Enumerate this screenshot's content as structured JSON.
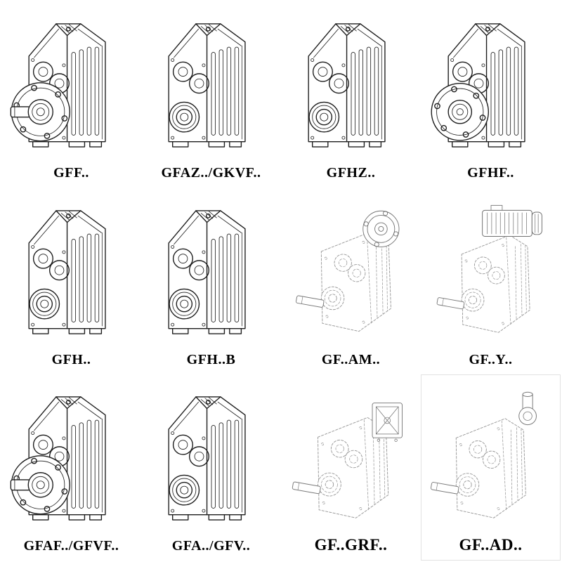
{
  "page": {
    "background": "#ffffff",
    "colors": {
      "solid_line": "#1d1d1d",
      "dashed_line": "#989898",
      "label_text": "#000000"
    }
  },
  "catalog": {
    "items": [
      {
        "label": "GFF..",
        "drawing": "flange-mounted-gearbox-solid-shaft"
      },
      {
        "label": "GFAZ../GKVF..",
        "drawing": "shaft-mounted-gearbox"
      },
      {
        "label": "GFHZ..",
        "drawing": "shaft-mounted-gearbox"
      },
      {
        "label": "GFHF..",
        "drawing": "flange-mounted-hollow-shaft-gearbox"
      },
      {
        "label": "GFH..",
        "drawing": "hollow-shaft-gearbox"
      },
      {
        "label": "GFH..B",
        "drawing": "hollow-shaft-gearbox-b"
      },
      {
        "label": "GF..AM..",
        "drawing": "gearbox-with-motor-adapter-flange"
      },
      {
        "label": "GF..Y..",
        "drawing": "gearbox-with-mounted-motor"
      },
      {
        "label": "GFAF../GFVF..",
        "drawing": "flange-mounted-gearbox-solid-shaft"
      },
      {
        "label": "GFA../GFV..",
        "drawing": "shaft-mounted-gearbox"
      },
      {
        "label": "GF..GRF..",
        "drawing": "gearbox-with-backstop-housing"
      },
      {
        "label": "GF..AD..",
        "drawing": "gearbox-with-input-shaft-adapter"
      }
    ]
  }
}
